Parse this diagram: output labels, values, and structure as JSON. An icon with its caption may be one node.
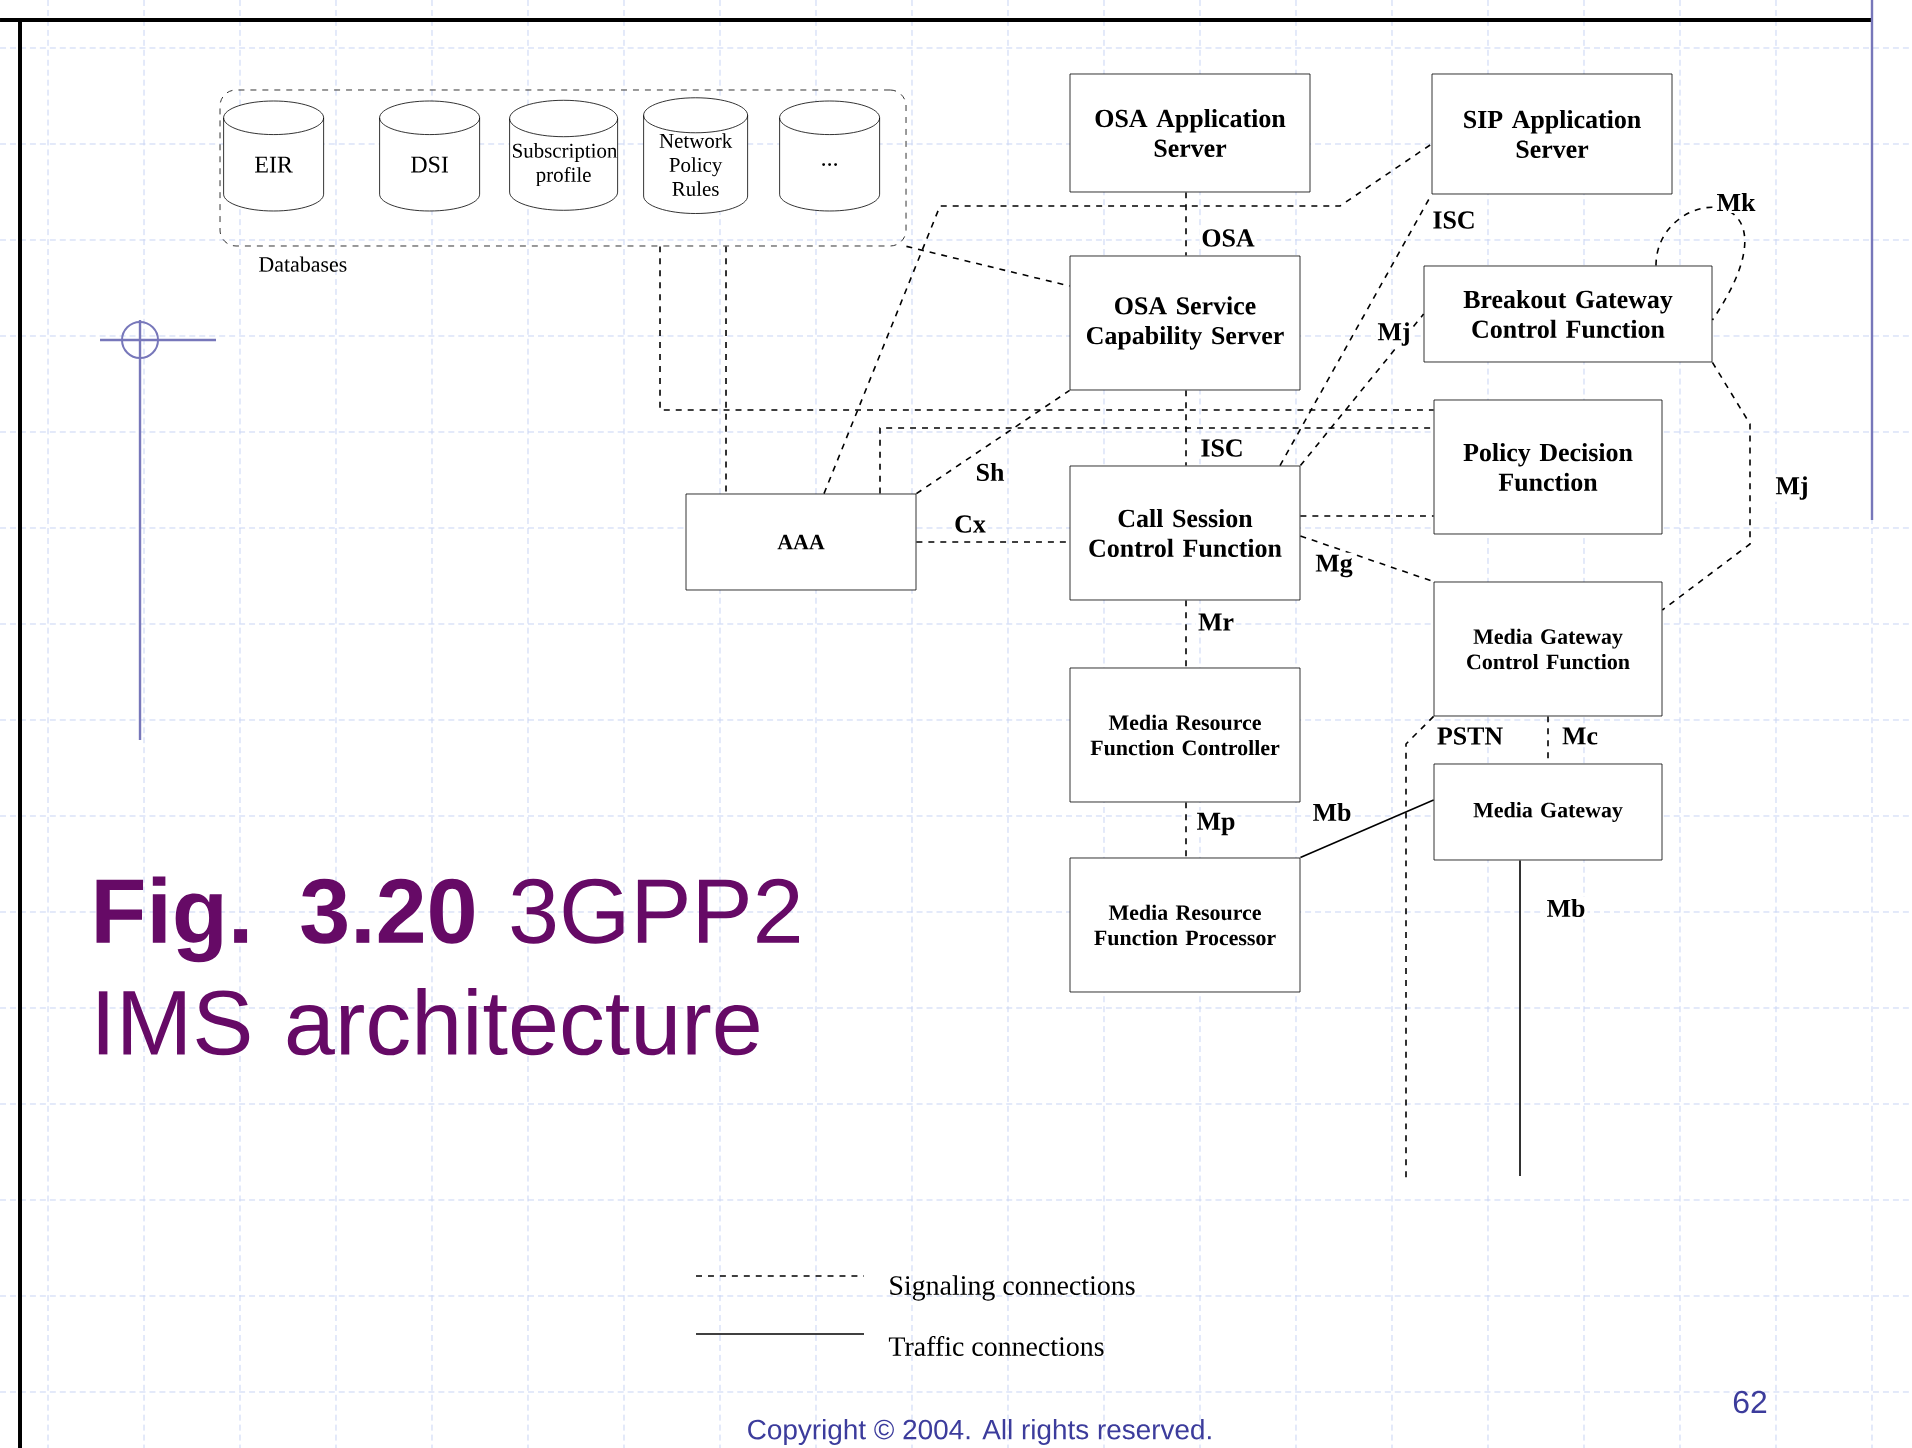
{
  "diagram": {
    "title": "**Fig. 3.20** 3GPP2 IMS architecture",
    "nodes": [
      {
        "text": [
          "Databases"
        ]
      },
      {
        "text": [
          "EIR"
        ],
        "in": 0
      },
      {
        "text": [
          "DSI"
        ],
        "in": 0
      },
      {
        "text": [
          "Subscription profile"
        ],
        "in": 0
      },
      {
        "text": [
          "Network Policy Rules"
        ],
        "in": 0
      },
      {
        "text": [
          "..."
        ],
        "in": 0
      },
      {
        "text": [
          "OSA Application Server"
        ]
      },
      {
        "text": [
          "SIP Application Server"
        ]
      },
      {
        "text": [
          "OSA Service Capability Server"
        ]
      },
      {
        "text": [
          "Breakout Gateway Control Function"
        ]
      },
      {
        "text": [
          "Policy Decision Function"
        ]
      },
      {
        "text": [
          "AAA"
        ]
      },
      {
        "text": [
          "Call Session Control Function"
        ]
      },
      {
        "text": [
          "Media Gateway Control Function"
        ]
      },
      {
        "text": [
          "Media Resource Function Controller"
        ]
      },
      {
        "text": [
          "Media Gateway"
        ]
      },
      {
        "text": [
          "Media Resource Function Processor"
        ]
      }
    ],
    "edges": [
      {
        "from": 0,
        "to": 10,
        "arrow": "none",
        "style": "dashed"
      },
      {
        "from": 0,
        "to": 11,
        "arrow": "none",
        "style": "dashed"
      },
      {
        "from": 0,
        "to": 8,
        "arrow": "none",
        "style": "dashed"
      },
      {
        "from": 11,
        "to": 7,
        "arrow": "none",
        "style": "dashed"
      },
      {
        "from": 11,
        "to": 10,
        "arrow": "none",
        "style": "dashed"
      },
      {
        "from": 11,
        "to": 8,
        "arrow": "none",
        "style": "dashed",
        "label": "Sh"
      },
      {
        "from": 11,
        "to": 12,
        "arrow": "none",
        "style": "dashed",
        "label": "Cx"
      },
      {
        "from": 6,
        "to": 8,
        "arrow": "none",
        "style": "dashed",
        "label": "OSA"
      },
      {
        "from": 8,
        "to": 12,
        "arrow": "none",
        "style": "dashed",
        "label": "ISC"
      },
      {
        "from": 12,
        "to": 7,
        "arrow": "none",
        "style": "dashed",
        "label": "ISC"
      },
      {
        "from": 12,
        "to": 9,
        "arrow": "none",
        "style": "dashed",
        "label": "Mj"
      },
      {
        "from": 12,
        "to": 10,
        "arrow": "none",
        "style": "dashed"
      },
      {
        "from": 12,
        "to": 13,
        "arrow": "none",
        "style": "dashed",
        "label": "Mg"
      },
      {
        "from": 9,
        "to": 9,
        "arrow": "none",
        "style": "dashed",
        "label": "Mk"
      },
      {
        "from": 9,
        "to": 13,
        "arrow": "none",
        "style": "dashed",
        "label": "Mj"
      },
      {
        "from": 12,
        "to": 14,
        "arrow": "none",
        "style": "dashed",
        "label": "Mr"
      },
      {
        "from": 14,
        "to": 16,
        "arrow": "none",
        "style": "dashed",
        "label": "Mp"
      },
      {
        "from": 13,
        "to": 15,
        "arrow": "none",
        "style": "dashed",
        "label": "Mc"
      },
      {
        "from": 13,
        "to": null,
        "arrow": "none",
        "style": "dashed",
        "label": "PSTN"
      },
      {
        "from": 15,
        "to": 16,
        "arrow": "none",
        "label": "Mb"
      },
      {
        "from": 15,
        "to": null,
        "arrow": "none",
        "label": "Mb"
      }
    ],
    "labels": [
      "62",
      "Copyright © 2004. All rights reserved."
    ],
    "legend": [
      {
        "text": "Signaling connections"
      },
      {
        "text": "Traffic connections"
      }
    ]
  }
}
